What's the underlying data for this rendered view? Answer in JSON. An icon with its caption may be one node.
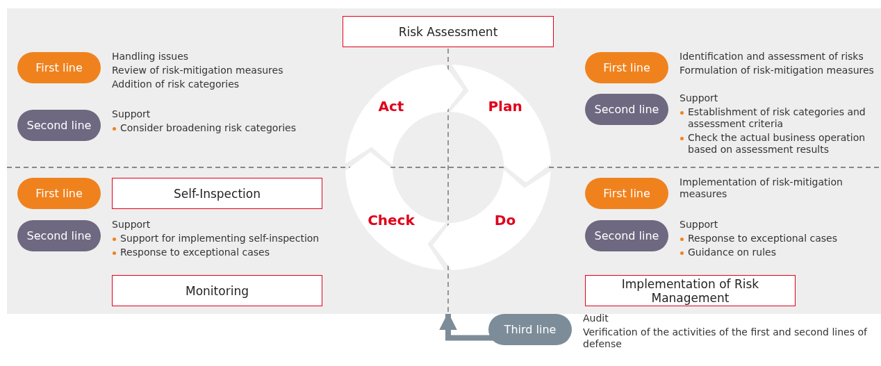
{
  "diagram": {
    "nodes": [
      {
        "text": [],
        "shape": "box"
      },
      {
        "text": [
          "Risk Assessment"
        ],
        "in": 0
      },
      {
        "text": [
          "First line"
        ],
        "in": 0,
        "beside": [
          "Handling issues",
          "Review of risk-mitigation measures",
          "Addition of risk categories"
        ]
      },
      {
        "text": [
          "First line"
        ],
        "in": 0,
        "beside": [
          "Identification and assessment of risks",
          "Formulation of risk-mitigation measures"
        ]
      },
      {
        "text": [
          "Act"
        ],
        "in": 0
      },
      {
        "text": [
          "Plan"
        ],
        "in": 0
      },
      {
        "text": [
          "Second line"
        ],
        "in": 0,
        "beside": [
          "Support",
          "Consider broadening risk categories"
        ]
      },
      {
        "text": [
          "Second line"
        ],
        "in": 0,
        "beside": [
          "Support",
          "Establishment of risk categories and assessment criteria",
          "Check the actual business operation based on assessment results"
        ]
      },
      {
        "text": [
          "First line"
        ],
        "in": 0
      },
      {
        "text": [
          "Self-Inspection"
        ],
        "in": 0
      },
      {
        "text": [
          "First line"
        ],
        "in": 0,
        "beside": [
          "Implementation of risk-mitigation measures"
        ]
      },
      {
        "text": [
          "Check"
        ],
        "in": 0
      },
      {
        "text": [
          "Do"
        ],
        "in": 0
      },
      {
        "text": [
          "Second line"
        ],
        "in": 0,
        "beside": [
          "Support",
          "Support for implementing self-inspection",
          "Response to exceptional cases"
        ]
      },
      {
        "text": [
          "Second line"
        ],
        "in": 0,
        "beside": [
          "Support",
          "Response to exceptional cases",
          "Guidance on rules"
        ]
      },
      {
        "text": [
          "Monitoring"
        ],
        "in": 0
      },
      {
        "text": [
          "Implementation of Risk Management"
        ],
        "in": 0
      },
      {
        "text": [
          "Third line"
        ],
        "beside": [
          "Audit",
          "Verification of the activities of the first and second lines of defense"
        ]
      }
    ],
    "edges": [
      {
        "from": 17,
        "to": 0,
        "arrow": "to"
      }
    ]
  }
}
